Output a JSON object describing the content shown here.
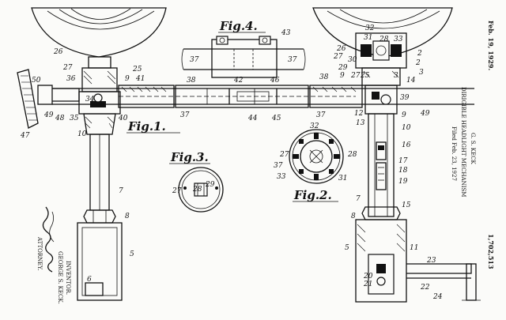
{
  "figures": {
    "fig1": "Fig.1.",
    "fig2": "Fig.2.",
    "fig3": "Fig.3.",
    "fig4": "Fig.4."
  },
  "header": {
    "date": "Feb. 19, 1929.",
    "inventor_name": "G. S. KECK",
    "title": "DIRIGIBLE HEADLIGHT MECHANISM",
    "filed": "Filed Feb. 23, 1927",
    "patent_number": "1,702,513"
  },
  "signature": {
    "inventor_line": "INVENTOR.",
    "inventor_name": "GEORGE S. KECK.",
    "attorney_line": "ATTORNEY."
  },
  "refs": {
    "r2": "2",
    "r3": "3",
    "r5": "5",
    "r6": "6",
    "r7": "7",
    "r8": "8",
    "r9": "9",
    "r10": "10",
    "r11": "11",
    "r12": "12",
    "r13": "13",
    "r14": "14",
    "r15": "15",
    "r16": "16",
    "r17": "17",
    "r18": "18",
    "r19": "19",
    "r20": "20",
    "r21": "21",
    "r22": "22",
    "r23": "23",
    "r24": "24",
    "r25": "25",
    "r26": "26",
    "r27": "27",
    "r28": "28",
    "r29": "29",
    "r30": "30",
    "r31": "31",
    "r32": "32",
    "r33": "33",
    "r34": "34",
    "r35": "35",
    "r36": "36",
    "r37": "37",
    "r38": "38",
    "r39": "39",
    "r40": "40",
    "r41": "41",
    "r42": "42",
    "r43": "43",
    "r44": "44",
    "r45": "45",
    "r46": "46",
    "r47": "47",
    "r48": "48",
    "r49": "49",
    "r50": "50"
  }
}
